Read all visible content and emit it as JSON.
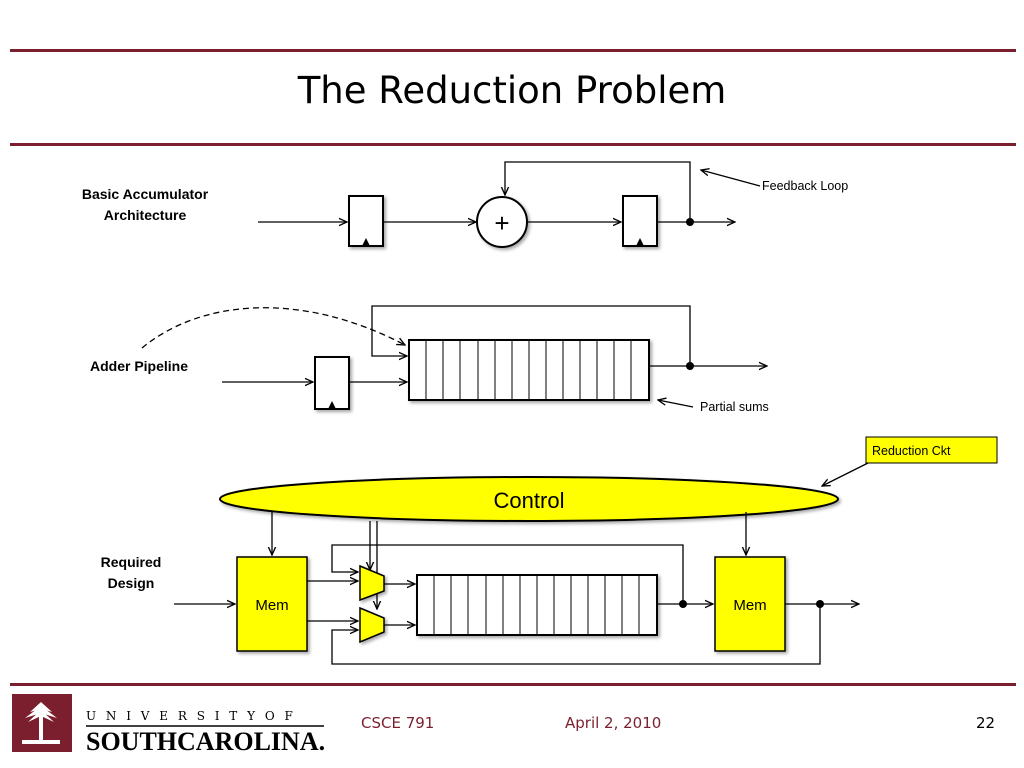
{
  "slide": {
    "title": "The Reduction Problem"
  },
  "diagram": {
    "accumulator_label_line1": "Basic Accumulator",
    "accumulator_label_line2": "Architecture",
    "adder_symbol": "+",
    "feedback_label": "Feedback Loop",
    "pipeline_label": "Adder Pipeline",
    "partial_sums_label": "Partial sums",
    "reduction_ckt_label": "Reduction Ckt",
    "control_label": "Control",
    "required_label_line1": "Required",
    "required_label_line2": "Design",
    "mem_left_label": "Mem",
    "mem_right_label": "Mem"
  },
  "footer": {
    "logo_line1": "U N I V E R S I T Y   O F",
    "logo_line2": "SOUTHCAROLINA.",
    "course": "CSCE 791",
    "date": "April 2, 2010",
    "page": "22"
  },
  "colors": {
    "accent": "#7b1f2e",
    "highlight": "#ffff00"
  }
}
